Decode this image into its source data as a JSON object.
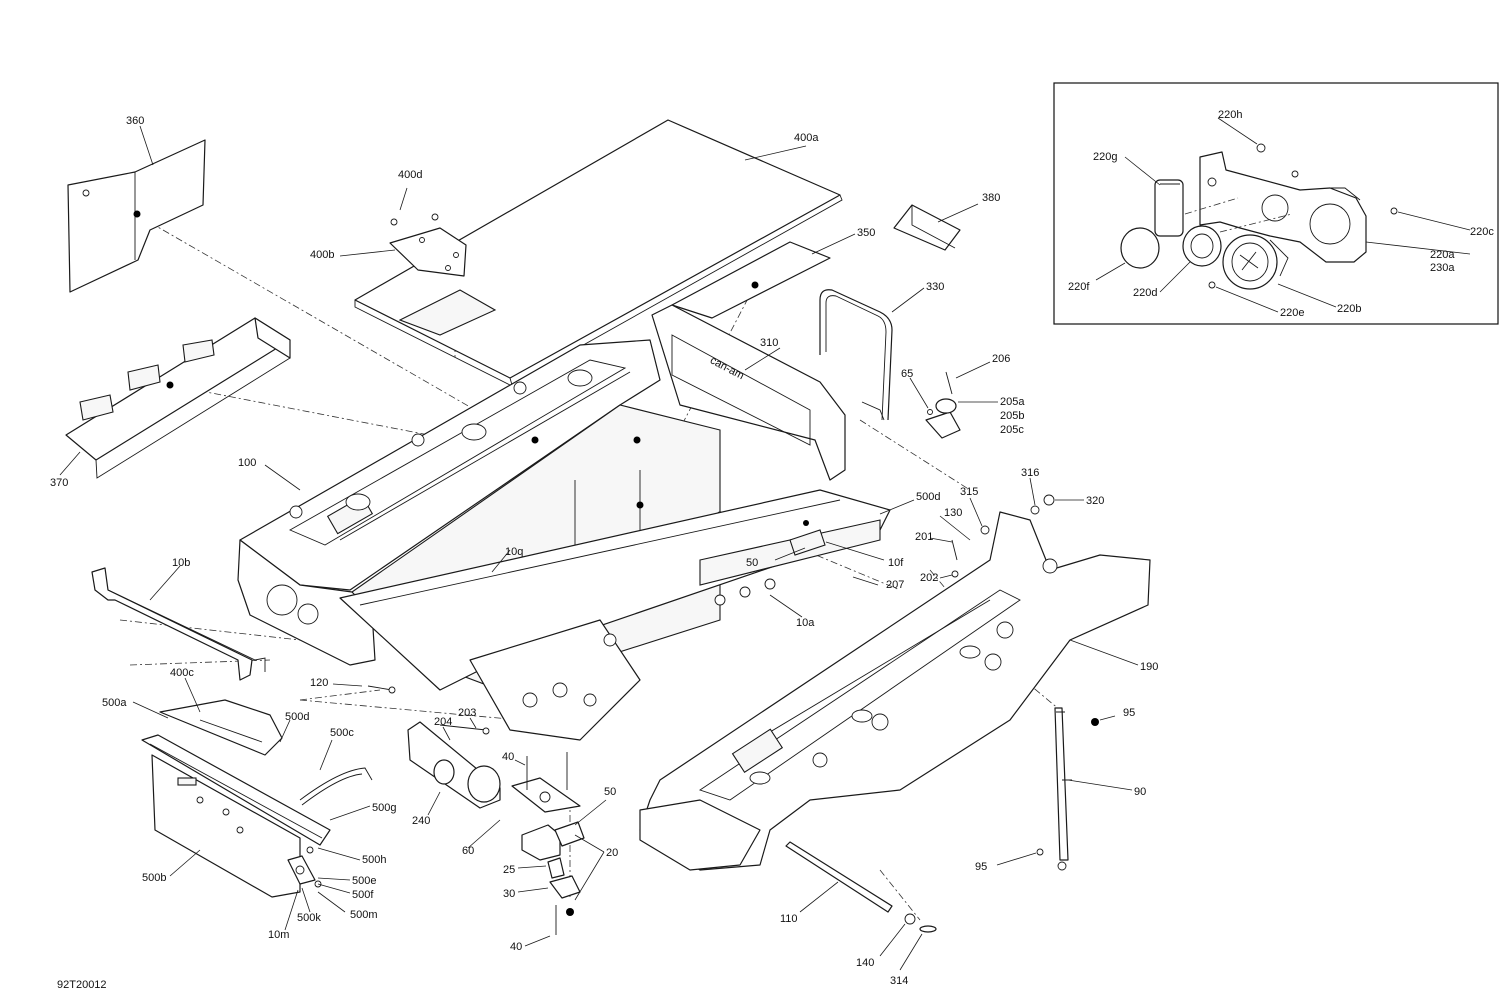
{
  "diagram": {
    "code": "92T20012",
    "labels": {
      "l360": "360",
      "l400a": "400a",
      "l400d": "400d",
      "l400b": "400b",
      "l350": "350",
      "l380": "380",
      "l330": "330",
      "l310": "310",
      "l206": "206",
      "l65": "65",
      "l205a": "205a",
      "l205b": "205b",
      "l205c": "205c",
      "l370": "370",
      "l100": "100",
      "l500d_top": "500d",
      "l316": "316",
      "l315": "315",
      "l320": "320",
      "l130": "130",
      "l201": "201",
      "l10q": "10q",
      "l10b": "10b",
      "l50_top": "50",
      "l10f": "10f",
      "l207": "207",
      "l202": "202",
      "l10a": "10a",
      "l190": "190",
      "l120": "120",
      "l400c": "400c",
      "l500a": "500a",
      "l500d_low": "500d",
      "l500c": "500c",
      "l204": "204",
      "l203": "203",
      "l95_right": "95",
      "l240": "240",
      "l40_top": "40",
      "l500g": "500g",
      "l90": "90",
      "l50_low": "50",
      "l60": "60",
      "l20": "20",
      "l500h": "500h",
      "l25": "25",
      "l500e": "500e",
      "l500b": "500b",
      "l500f": "500f",
      "l95_low": "95",
      "l30": "30",
      "l500k": "500k",
      "l500m": "500m",
      "l10m": "10m",
      "l110": "110",
      "l40_low": "40",
      "l140": "140",
      "l314": "314"
    },
    "inset": {
      "labels": {
        "l220h": "220h",
        "l220g": "220g",
        "l220c": "220c",
        "l220a": "220a",
        "l230a": "230a",
        "l220f": "220f",
        "l220d": "220d",
        "l220e": "220e",
        "l220b": "220b"
      }
    },
    "logo_text": "can-am"
  }
}
